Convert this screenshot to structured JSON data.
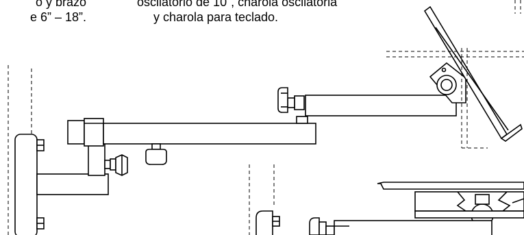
{
  "captions": {
    "left": {
      "line1": "o y brazo",
      "line2": "e 6” – 18”."
    },
    "center": {
      "line1": "oscilatorio de 10”, charola oscilatoria",
      "line2": "y charola para teclado."
    }
  },
  "colors": {
    "line": "#000000",
    "background": "#ffffff"
  }
}
